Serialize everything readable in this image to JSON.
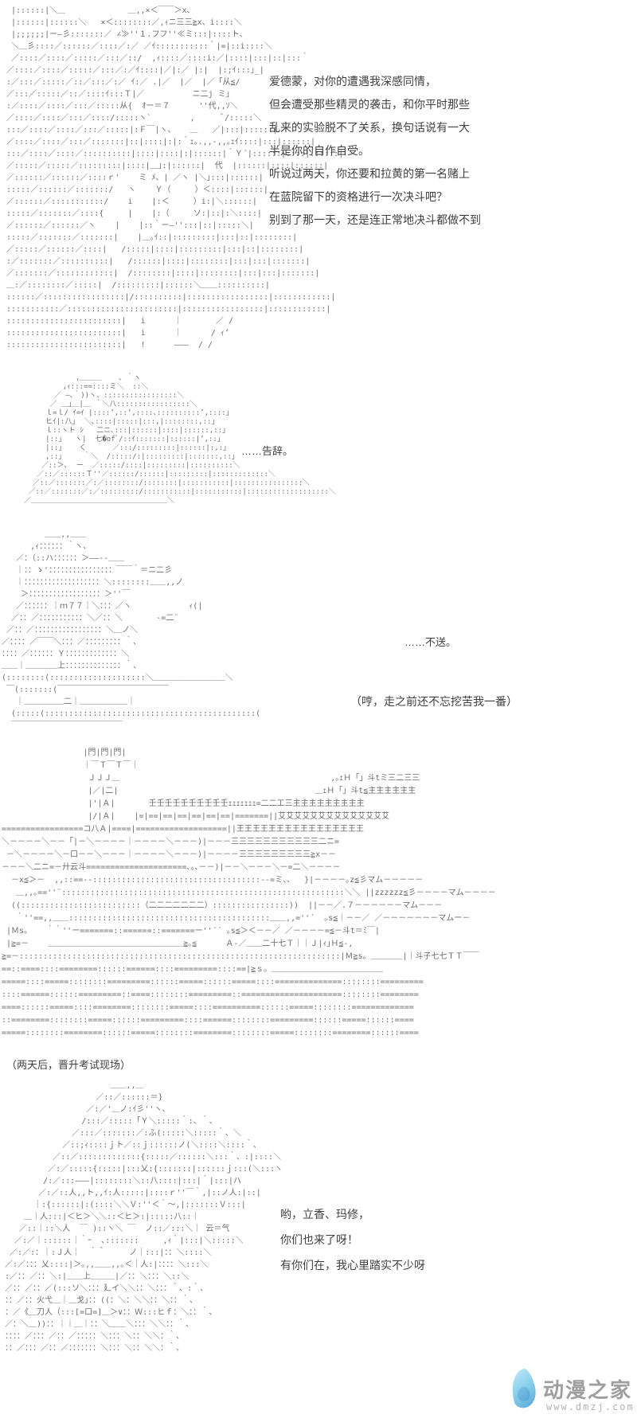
{
  "colors": {
    "dialogue_text": "#3f3f3f",
    "ascii_art": "#6a6a6a",
    "background": "#ffffff"
  },
  "panels": [
    {
      "name": "panel-lecture",
      "dialogue": [
        "爱德蒙，对你的遭遇我深感同情，",
        "但会遭受那些精灵的袭击，和你平时那些",
        "乱来的实验脱不了关系，换句话说有一大",
        "半是你的自作自受。",
        "听说过两天，你还要和拉黄的第一名赌上",
        "在蓝院留下的资格进行一次决斗吧？",
        "别到了那一天，还是连正常地决斗都做不到"
      ],
      "art": [
        " |::::::|＼＿             ＿,,×＜￣￣＞x、",
        " |::::::|::::::＼   ×＜::::::::／,ｨニ三三≧x、i::::＼",
        " |;;;;;;|ー―彡:::::::／ ∠≫''１.フフ''≪ミ:::|::::ト、",
        " ＼＿彡::::／::::::／::::／:／ ／ｲ:::::::::::｀|=|::i::::＼",
        " ／::::／::::／:::::／:::／::/  ,ｨ::::／::::i:／|::::|:::|::|:::｀",
        "／::::／::::／:::::／:::／:／ｲ::::|／|:／ |:|  |:;ｲ:::｣_|",
        ":／:::／:::::／::／:::／:／ ｲ:／ .|／  |／  |／「从≦/",
        "／:::／:::::／::／::::ｲ:::Ｔ|／          ニ二j ミ｣",
        ":／::::／::::／:::／:::::从{  ｵー＝７      ''代,,ｿ＼",
        "／::::／::::／:::／::::/:::::ヽ`        ,      ﾞ/:::::＼",
        ":::／::::／::::／:::／:::::|:Ｆ￣|ヽ、   ＿   ／|:::|::::::|",
        "／::::／::::／:::／:::::::|::|::::|:|:｀ｪ｡.,,‐,,｡ｪｲ::::|:::|::::::|",
        ":::／::::／::::／::::::::::|::::|::::|:|::::::|｀Ｙ´|::::::|::::|::::::|",
        "／:::::／:::::／:::::::::|::::|＿｣:|::::::|  代  |::::::|::::|::::::|",
        "／::::::／::::::／::::ｒ'    ミ ﾒ、| ／ヽ |＼｣:::|::::::|",
        ":::::／::::::／:::::::/   ヽ    Ｙ（     ）＜::::|::::::|",
        "／::::::／:::::::::::/    i    |:＜     ）i:|＼::::::|",
        ":::::／:::::::／::::{     |    |:（     ソ:|::|:＼::::|",
        "／::::::／::::::／ヽ    |    |::｀ー―'':::|::|:::::＼|",
        ":::::／:::::::／:::::::|    |＿｡ｲ::|:::::::::|:::|::|::::::::|",
        "／:::::／::::::／::::|   /:::::|::::|:::::::::|:::|::|::::::::|",
        ":／:::::::／::::::::::|   /::::::|::::|::::::::|:::|:::|:::::::|",
        "／:::::::／::::::::::::|  /::::::::|::::|::::::::|:::|:::|:::::::|",
        "＿:／::::::::／:::::|  /:::::::::|::::::＼＿＿::::::::::|",
        "::::::／:::::::::::::::::|/::::::::::|:::::::::::::::::|::::::::::::|",
        ":::::::::::／:::::::::::::::::::::::|:::::::::::::::::|::::::::::::|",
        "::::::::::::::::::::::::|   i      ｜       ／ /",
        "::::::::::::::::::::::::|   i      ｜      / ｨ’",
        "::::::::::::::::::::::::|   !      ―――  / /"
      ]
    },
    {
      "name": "panel-farewell",
      "dialogue": [
        "……告辞。"
      ],
      "art": [
        "            ,＿＿＿    ､ ｀ヽ",
        "         ,ｨ:::==::::ミ＼  ::＼",
        "       ／ ―､｀))ヽ、:::::::::::::::::＼",
        "      ／ ＿｣＿|＿ ｀＼八:::::::::::::::::＼",
        "     ｌ=ｌ/ ｲ=ｲ |::::’,::’,::::､::::::::::’,::::｣",
        "     ヒｲ|:八｣  ＼､::::|:::::|:::,|::::::::,::｣",
        "     ｌ::ヽト ｼ   二ニ､:::|::::::|::::|::::::,::｣",
        "     |::｣   ヽ|  七�ofﾞ/::ｲ:::::::|::::::|’,::｣",
        "     |::｣    く      ／:::/:::::::::|::::::|:,:｣",
        "     ,::｣     ｀＼  /:::::/:|:::::::::|:::::::,::｣",
        "    ／::＞､  ー  ／:::::/::::|:::::::::|::::::::::＼",
        "   ／::／::::::Ｔ''／::::::/::::::|:::::::::|:::::::::::::＼",
        "  ／::／:::::::／:／::::::::/::::::::|:::::::::::|::::::::::::::::＼",
        " ／::／:::::::／:／:::::::::/:::::::::::|:::::::::::|:::::::::::::::::::＼",
        "／＿＿＿＿＿＿＿＿＿＿＿＿＿＿＿＿＿＿＿＼"
      ]
    },
    {
      "name": "panel-reply",
      "dialogue": [
        "……不送。",
        "（哼，走之前还不忘挖苦我一番）"
      ],
      "art": [
        "         ＿＿,,＿＿",
        "      ,ｨ：：：：：：｀ヽ、",
        "   ／：（::ハ：：：：：：＞――--＿＿",
        "   ｜：：ゝ'：：：：：：：：：：：：：：：：￣￣｀＝ニ二彡",
        "   ｜：：：：：：：：：：：：：：：：：：：＼::::::::＿＿,,ノ",
        "    ＞：：：：：：：：：：：：：：：：：：＞''￣",
        "   ／：：：：：：｜ｍ７７｜＼：：：／ヽ            ｨ(|",
        "  ／：：／：：：：：：：：：：：＼／：：＼       -=二¨",
        " ／：：／：：：：：：：：：：：：：：：：：＼＿ノ＼",
        "／：：：：／￣￣＼：：：／：：：：：：：：：｀、",
        "：：：：／：：：：：：Ｙ：：：：：：：：：：：：：＼",
        "＿＿｜＿＿＿＿上：：：：：：：：：：：：：：｀、",
        "(::::::::(::::::::::::::::::::＼＿＿＿＿＿＿＿＿＿＼",
        " ￣(:::::::(￣￣￣￣￣￣￣￣￣￣￣￣￣￣",
        "   ｜＿＿＿＿＿二｜＿＿＿＿＿＿｜",
        "  (:::::(::::::::::::::::::::::::::::::::::::::::::::(",
        "  ￣￣￣￣￣￣￣￣￣￣￣￣￣￣"
      ]
    },
    {
      "name": "panel-arena",
      "caption": "（两天后，晋升考试现场）",
      "art": [
        "                 |門|門|門|",
        "                 ｜￣Ｔ￣Ｔ￣｜",
        "                  ＪＪＪ＿                                            ,｡ｪＨ「」斗tミ三二三三",
        "                  |／|二|                                         ＿ｪＨ「」斗t≦主主主主主主",
        "                  |'|Ａ|       壬壬壬壬壬壬壬壬壬壬ｪｪｪｪｪｪｪ=二二工三主主主主主主主主主",
        "                  |/|Ａ|    |=|==|==|==|==|==|==|=======||艾艾艾艾艾艾艾艾艾艾艾艾艾艾",
        "=================コ八Ａ|====|===================||王王王王王王王王王王王王王王王王",
        "＼－－－－＼－－「|－＼－－－－｜－－－－＼－－－)|－－－三三三三三三三三三三三二ニ=",
        " －＼－－－－＼－口－－＼－－－｜－－－－＼－－－)|－－－－三三三三三三三三三≧x－－",
        "－－－＼二ニ=－廾云斗=====================､｡､－－)|－－＼－－－＼－=二＼－－－－",
        "  －x≦＞－  ,,::==-‐:::::::::::::::::::::::::::::::::::‐-=ミ、、  }|－－－－｡z≦彡マム－－－－－",
        "   ＿,,｡==''¨:::::::::::::::::::::::::::::::::::::::::::::::::::::::::::＼＼ ||zzzzzz≦彡－－－－マム－－－－",
        "  ((:::::::::::::::::::::::::（二二二二二二二）::::::::::::::::))  ||－－／.７－－－－－－マム－－－",
        "   ｀''==,,＿＿::::::::::::::::::::::::::::::::::::::::::＿＿,,=''´  ｡s≦｜－－／ ／－－－－－－－マムー－",
        " |Ｍs。   ｀｀''ー=======::======::=======ー''´´ ｡s≦＞＜－－／ ／－－－－=≦－斗t＝ﾐ￣|",
        " |≧=－    ＿＿＿＿＿＿＿＿＿＿＿＿＿＿＿＿＿≧｡≦      Ａ-／＿＿二十七Ｔ｜｜Ｊ|ｨ｣Ｈ≦-,",
        "≧=－:::::::::::::::::::::::::::::::::::::::::::::::::::::::::::::::::::|Ｍ≧s。＿＿＿＿|｜斗子七七ＴＴ￣￣",
        "==::====::::========::::::======::::=========::::==|≧ｓ。＿＿＿＿＿＿＿＿＿＿＿＿＿＿",
        "=====::::=====::::::::=========::::::=====::::::=====::::==============::::::::=========",
        "::::======::::::=========::====::::::::=========::=====================::::::::========",
        "====::::::=====::::========::::::::=====::::==========::::::=====::::::::=============",
        "::========::::::::=====::::::=========::::======::::::::=========::::::=====::::::====",
        "=====::::::::========::::::=====::::::::========::::::::=====::::::::========::::::===="
      ]
    },
    {
      "name": "panel-greeting",
      "dialogue": [
        "哟，立香、玛修，",
        "你们也来了呀！",
        "有你们在，我心里踏实不少呀"
      ],
      "art": [
        "                      ＿＿,,＿",
        "                   ／::／::::::＝}",
        "                 ／:／'＿ノ:ｲ彡''ヽ、",
        "                /:::／:::::「Ｙ＼:::::｀:、｀、",
        "              ／:::／:::::::／:ふ(:::::＼:::::｀、＼",
        "            ／::;ｨ::::ｊト／::ｊ::::::ノ(＼::::＼::::｀、",
        "          ／::／:::::::::::::{:::::／::::::＼:::｀、:|::::＼",
        "         ／:／:::::{:::::|:::乂:{:::::::|::::::ｊ:::(＼:::ヽ",
        "        /:／:::―――|::::::::＼::八::::|:::|｀|:::|ハ",
        "       ／:／::人,,ト,,ｲ:人:::::|::::ｒ''￣｀,|::ノ人:|::|",
        "      ｜:{::::::|:(::::＼＼Ｖ:''＜｀～,|:::::::Ｖ:::|",
        "    ＿｜人:::|＜ヒ＞＼＼::＜ヒ＞:|:::::八::｜",
        "   ／::｜::＼人  ￣ )::ヽ＼ ￣  ノ::／:::＼｜ 云＝气",
        "  ／:／｜::::::｜｀ｰ  ､:::::::     ,ｨ｀|:::|＼:::::＼",
        " ／:／:：｜:Ｊ人｜  ｀＾     ノ｜:::|：：＼::::＼",
        "／:／：：：乂::::|＞｡,,＿＿,,｡＜｜人:|：：：：＼:::＼",
        ":／：：／：：＼:|＿＿上＿＿＿|／：：＼：：：＼::＼",
        "／：：／：：／(:::ソ＼：：：廴イ＼＼：：＼：：：｀、:｀、",
        "：：／：：火弋＿｜＿戈｣：：((：＼：＼＼：：＼：：｀、",
        "：／《＿刀人（:::[=口=]＿＞∨：：Ｗ:::ヒｆ：＼：：｀、",
        "／：＼＿))：：｜｜＿｜：：＼＿＿＼：：：＼＼：：｀、",
        "：：：：／：：：／：：／：：：：：＼：：：＼：：＼＼：｀、",
        "：：／：：：／：：／：：：：：：：＼：：：＼：：＼＼：｀、"
      ]
    }
  ],
  "footer": {
    "icon": "water-drop-icon",
    "site_name": "动漫之家",
    "site_url": "www.dmzj.com",
    "brand_text_color": "#9e9e9e",
    "url_text_color": "#b3b3b3",
    "drop_color_light": "#c4e9f7",
    "drop_color_dark": "#58a7d7"
  }
}
